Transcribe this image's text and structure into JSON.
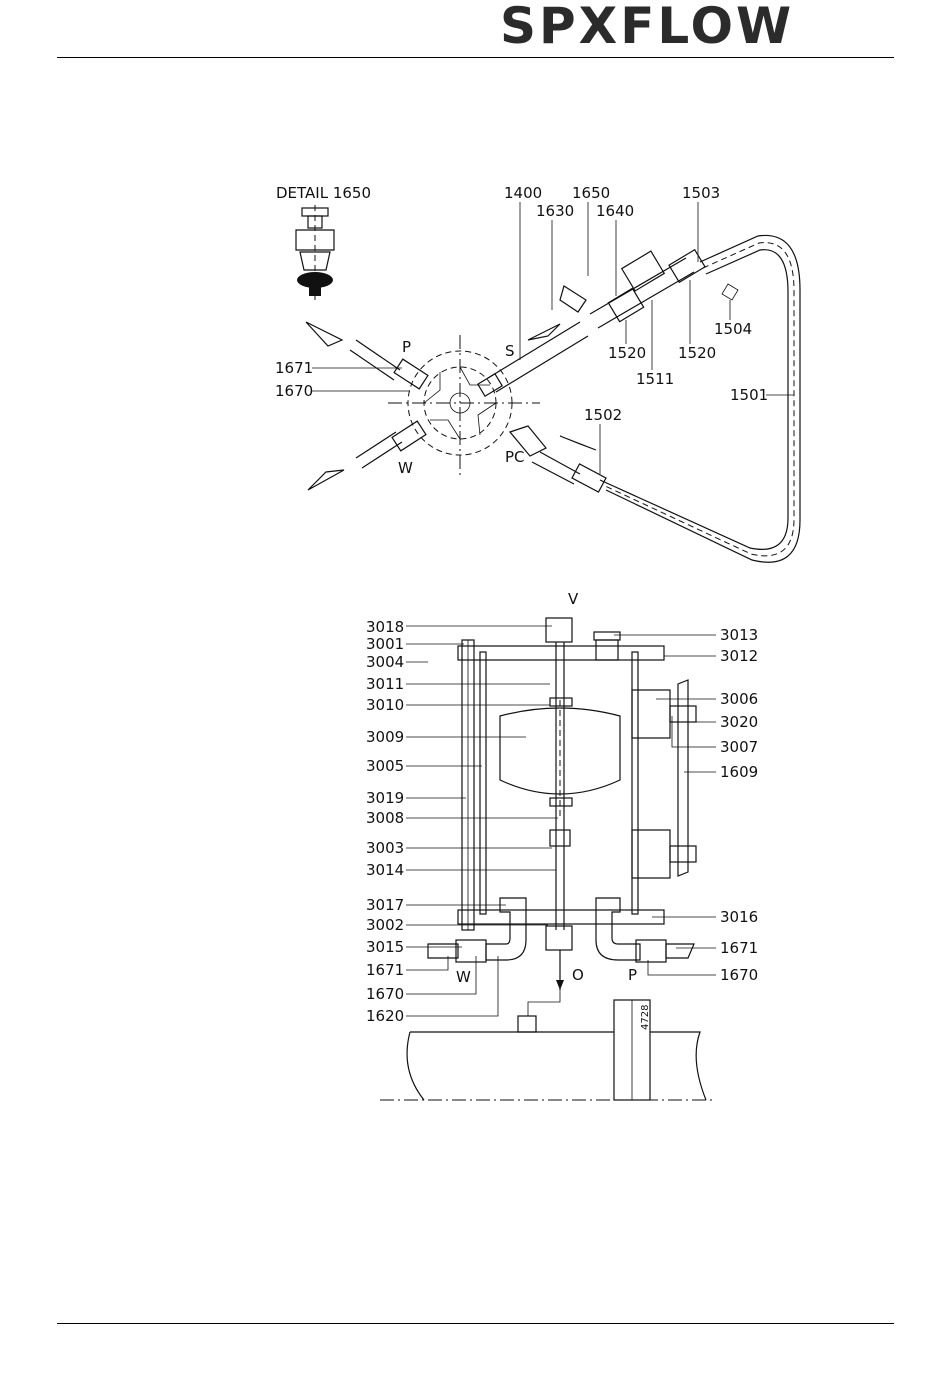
{
  "header": {
    "logo_text": "SPXFLOW"
  },
  "diagram_top": {
    "detail_title": "DETAIL 1650",
    "callouts": [
      "1400",
      "1650",
      "1630",
      "1640",
      "1503",
      "1504",
      "1520",
      "1520",
      "1511",
      "1501",
      "1502",
      "1671",
      "1670"
    ],
    "port_letters": [
      "P",
      "S",
      "W",
      "PC"
    ]
  },
  "diagram_bottom": {
    "left_callouts": [
      "3018",
      "3001",
      "3004",
      "3011",
      "3010",
      "3009",
      "3005",
      "3019",
      "3008",
      "3003",
      "3014",
      "3017",
      "3002",
      "3015",
      "1671",
      "1670",
      "1620"
    ],
    "right_callouts": [
      "3013",
      "3012",
      "3006",
      "3020",
      "3007",
      "1609",
      "3016",
      "1671",
      "1670"
    ],
    "port_letters": [
      "V",
      "W",
      "O",
      "P"
    ],
    "frame_label": "4728"
  }
}
